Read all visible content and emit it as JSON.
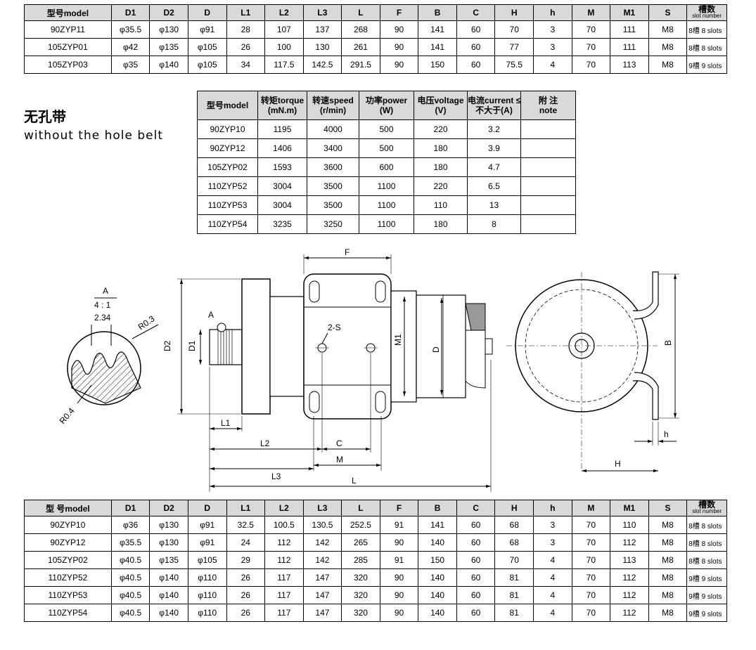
{
  "top_table": {
    "headers": [
      "型号model",
      "D1",
      "D2",
      "D",
      "L1",
      "L2",
      "L3",
      "L",
      "F",
      "B",
      "C",
      "H",
      "h",
      "M",
      "M1",
      "S"
    ],
    "slot_header": {
      "cn": "槽数",
      "en": "slot number"
    },
    "rows": [
      [
        "90ZYP11",
        "φ35.5",
        "φ130",
        "φ91",
        "28",
        "107",
        "137",
        "268",
        "90",
        "141",
        "60",
        "70",
        "3",
        "70",
        "111",
        "M8",
        "8槽 8 slots"
      ],
      [
        "105ZYP01",
        "φ42",
        "φ135",
        "φ105",
        "26",
        "100",
        "130",
        "261",
        "90",
        "141",
        "60",
        "77",
        "3",
        "70",
        "111",
        "M8",
        "8槽 8 slots"
      ],
      [
        "105ZYP03",
        "φ35",
        "φ140",
        "φ105",
        "34",
        "117.5",
        "142.5",
        "291.5",
        "90",
        "150",
        "60",
        "75.5",
        "4",
        "70",
        "113",
        "M8",
        "9槽 9 slots"
      ]
    ]
  },
  "title": {
    "cn": "无孔带",
    "en": "without the hole belt"
  },
  "perf_table": {
    "headers": [
      {
        "l1": "型号model",
        "l2": ""
      },
      {
        "l1": "转矩torque",
        "l2": "(mN.m)"
      },
      {
        "l1": "转速speed",
        "l2": "(r/min)"
      },
      {
        "l1": "功率power",
        "l2": "(W)"
      },
      {
        "l1": "电压voltage",
        "l2": "(V)"
      },
      {
        "l1": "电流current ≤",
        "l2": "不大于(A)"
      },
      {
        "l1": "附 注",
        "l2": "note"
      }
    ],
    "rows": [
      [
        "90ZYP10",
        "1195",
        "4000",
        "500",
        "220",
        "3.2",
        ""
      ],
      [
        "90ZYP12",
        "1406",
        "3400",
        "500",
        "180",
        "3.9",
        ""
      ],
      [
        "105ZYP02",
        "1593",
        "3600",
        "600",
        "180",
        "4.7",
        ""
      ],
      [
        "110ZYP52",
        "3004",
        "3500",
        "1100",
        "220",
        "6.5",
        ""
      ],
      [
        "110ZYP53",
        "3004",
        "3500",
        "1100",
        "110",
        "13",
        ""
      ],
      [
        "110ZYP54",
        "3235",
        "3250",
        "1100",
        "180",
        "8",
        ""
      ]
    ]
  },
  "drawing": {
    "detail_label": "A",
    "detail_scale": "4 : 1",
    "detail_pitch": "2.34",
    "r1": "R0.3",
    "r2": "R0.4",
    "labels": {
      "F": "F",
      "A": "A",
      "D1": "D1",
      "D2": "D2",
      "D": "D",
      "M1": "M1",
      "S": "2-S",
      "L1": "L1",
      "L2": "L2",
      "L3": "L3",
      "L": "L",
      "C": "C",
      "M": "M",
      "B": "B",
      "H": "H",
      "h": "h"
    }
  },
  "bottom_table": {
    "headers": [
      "型 号model",
      "D1",
      "D2",
      "D",
      "L1",
      "L2",
      "L3",
      "L",
      "F",
      "B",
      "C",
      "H",
      "h",
      "M",
      "M1",
      "S"
    ],
    "slot_header": {
      "cn": "槽数",
      "en": "slot number"
    },
    "rows": [
      [
        "90ZYP10",
        "φ36",
        "φ130",
        "φ91",
        "32.5",
        "100.5",
        "130.5",
        "252.5",
        "91",
        "141",
        "60",
        "68",
        "3",
        "70",
        "110",
        "M8",
        "8槽 8 slots"
      ],
      [
        "90ZYP12",
        "φ35.5",
        "φ130",
        "φ91",
        "24",
        "112",
        "142",
        "265",
        "90",
        "140",
        "60",
        "68",
        "3",
        "70",
        "112",
        "M8",
        "8槽 8 slots"
      ],
      [
        "105ZYP02",
        "φ40.5",
        "φ135",
        "φ105",
        "29",
        "112",
        "142",
        "285",
        "91",
        "150",
        "60",
        "70",
        "4",
        "70",
        "113",
        "M8",
        "8槽 8 slots"
      ],
      [
        "110ZYP52",
        "φ40.5",
        "φ140",
        "φ110",
        "26",
        "117",
        "147",
        "320",
        "90",
        "140",
        "60",
        "81",
        "4",
        "70",
        "112",
        "M8",
        "9槽 9 slots"
      ],
      [
        "110ZYP53",
        "φ40.5",
        "φ140",
        "φ110",
        "26",
        "117",
        "147",
        "320",
        "90",
        "140",
        "60",
        "81",
        "4",
        "70",
        "112",
        "M8",
        "9槽 9 slots"
      ],
      [
        "110ZYP54",
        "φ40.5",
        "φ140",
        "φ110",
        "26",
        "117",
        "147",
        "320",
        "90",
        "140",
        "60",
        "81",
        "4",
        "70",
        "112",
        "M8",
        "9槽 9 slots"
      ]
    ]
  }
}
